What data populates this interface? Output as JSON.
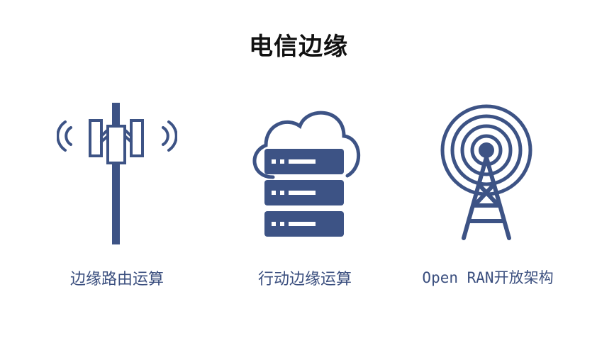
{
  "title": "电信边缘",
  "colors": {
    "icon": "#3d5385",
    "label": "#3b4f7f",
    "title": "#111111"
  },
  "items": [
    {
      "icon": "cell-tower-antenna-icon",
      "label": "边缘路由运算"
    },
    {
      "icon": "cloud-server-icon",
      "label": "行动边缘运算"
    },
    {
      "icon": "radio-broadcast-tower-icon",
      "label": "Open RAN开放架构"
    }
  ]
}
